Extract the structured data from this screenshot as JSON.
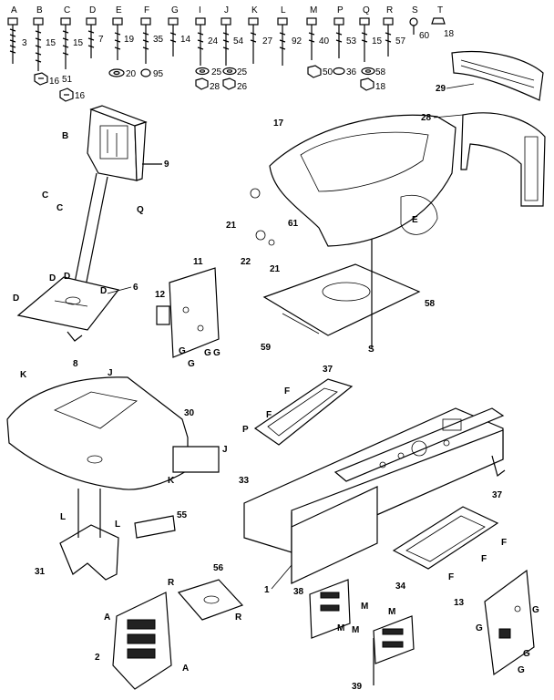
{
  "hardware_letters": [
    "A",
    "B",
    "C",
    "D",
    "E",
    "F",
    "G",
    "I",
    "J",
    "K",
    "L",
    "M",
    "P",
    "Q",
    "R",
    "S",
    "T"
  ],
  "hardware_top_numbers": [
    "3",
    "15",
    "15",
    "7",
    "19",
    "35",
    "14",
    "24",
    "54",
    "27",
    "92",
    "40",
    "53",
    "15",
    "57",
    "60",
    "18"
  ],
  "hardware_bottom_numbers": [
    "16",
    "51",
    "16",
    "20",
    "95",
    "25",
    "25",
    "28",
    "26",
    "50",
    "36",
    "58",
    "18"
  ],
  "callouts": {
    "n9": "9",
    "n6": "6",
    "n8": "8",
    "n11": "11",
    "n12": "12",
    "n17": "17",
    "n21a": "21",
    "n21b": "21",
    "n22": "22",
    "n61": "61",
    "n28": "28",
    "n29": "29",
    "n58": "58",
    "n59": "59",
    "n30": "30",
    "n37a": "37",
    "n33": "33",
    "n55": "55",
    "n31": "31",
    "n56": "56",
    "n2": "2",
    "n1": "1",
    "n37b": "37",
    "n34": "34",
    "n38": "38",
    "n39": "39",
    "n13": "13"
  },
  "letters": {
    "B": "B",
    "C": "C",
    "Q": "Q",
    "D": "D",
    "G": "G",
    "E": "E",
    "S": "S",
    "K": "K",
    "J": "J",
    "F": "F",
    "P": "P",
    "L": "L",
    "R": "R",
    "A": "A",
    "M": "M",
    "I": "I"
  }
}
